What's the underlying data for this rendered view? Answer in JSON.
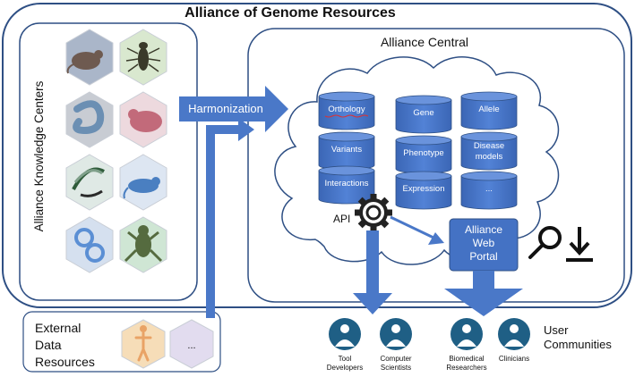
{
  "title": "Alliance of Genome Resources",
  "knowledge_centers_label": "Alliance Knowledge Centers",
  "central_label": "Alliance Central",
  "harmonization_label": "Harmonization",
  "api_label": "API",
  "portal": {
    "line1": "Alliance",
    "line2": "Web",
    "line3": "Portal"
  },
  "data_types": [
    "Orthology",
    "Gene",
    "Allele",
    "Variants",
    "Phenotype",
    "Disease models",
    "Interactions",
    "Expression",
    "..."
  ],
  "knowledge_center_icons": [
    "yeast-icon",
    "fly-icon",
    "worm-icon",
    "zebrafish-icon",
    "rat-icon",
    "mouse-icon",
    "go-icon",
    "frog-icon"
  ],
  "external": {
    "line1": "External",
    "line2": "Data",
    "line3": "Resources",
    "more_label": "..."
  },
  "users": [
    {
      "line1": "Tool",
      "line2": "Developers"
    },
    {
      "line1": "Computer",
      "line2": "Scientists"
    },
    {
      "line1": "Biomedical",
      "line2": "Researchers"
    },
    {
      "line1": "Clinicians",
      "line2": ""
    }
  ],
  "user_communities": {
    "line1": "User",
    "line2": "Communities"
  },
  "colors": {
    "outline": "#2e4f84",
    "cylinder": "#4472c4",
    "cylinder_top": "#5b86d0",
    "arrow": "#4a78c8",
    "user_icon": "#1f5f85"
  }
}
